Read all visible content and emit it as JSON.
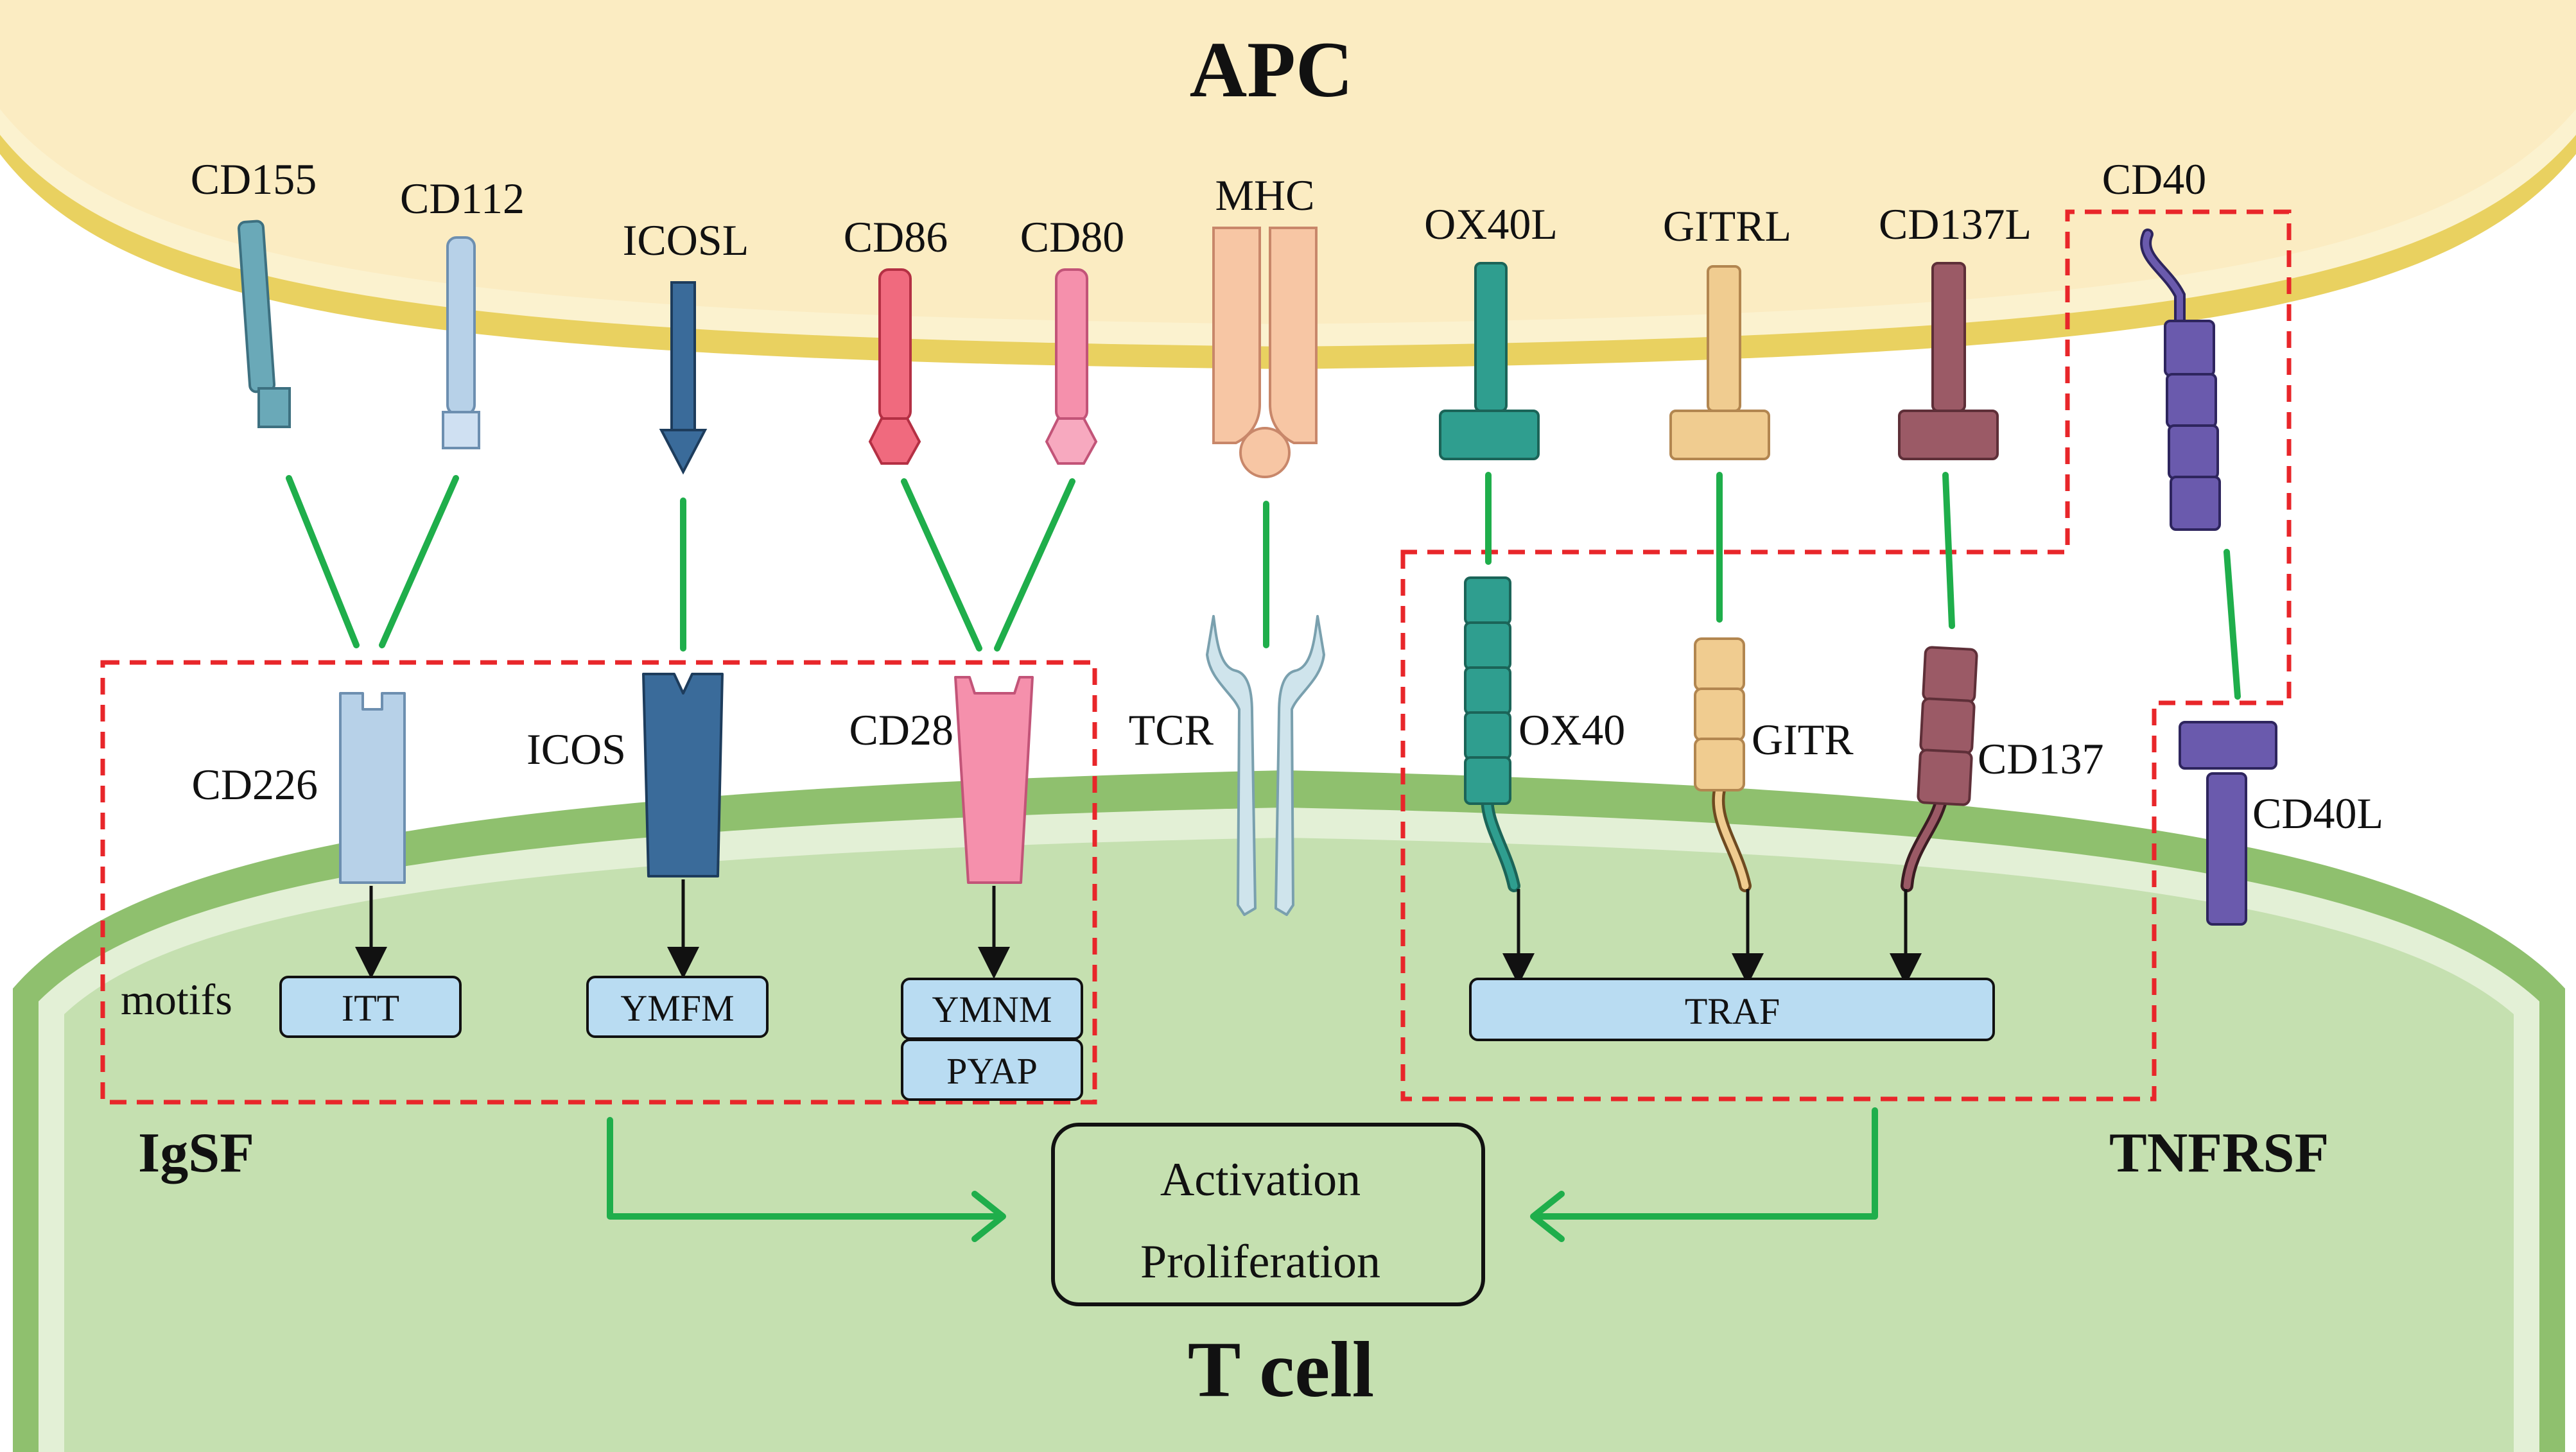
{
  "cells": {
    "apc": "APC",
    "tcell": "T cell"
  },
  "groups": {
    "igsf": "IgSF",
    "tnfrsf": "TNFRSF"
  },
  "ligands": [
    {
      "label": "CD155",
      "color": "#6aa9b8"
    },
    {
      "label": "CD112",
      "color": "#b7d1e8"
    },
    {
      "label": "ICOSL",
      "color": "#3a6b9a"
    },
    {
      "label": "CD86",
      "color": "#f06a7e"
    },
    {
      "label": "CD80",
      "color": "#f590ac"
    },
    {
      "label": "MHC",
      "color": "#f7c6a4"
    },
    {
      "label": "OX40L",
      "color": "#2f9e8f"
    },
    {
      "label": "GITRL",
      "color": "#f0cc90"
    },
    {
      "label": "CD137L",
      "color": "#9b5a66"
    },
    {
      "label": "CD40",
      "color": "#6a5aad"
    }
  ],
  "receptors": [
    {
      "label": "CD226",
      "color": "#b7d1e8"
    },
    {
      "label": "ICOS",
      "color": "#3a6b9a"
    },
    {
      "label": "CD28",
      "color": "#f590ac"
    },
    {
      "label": "TCR",
      "color": "#cfe4ec"
    },
    {
      "label": "OX40",
      "color": "#2f9e8f"
    },
    {
      "label": "GITR",
      "color": "#f0cc90"
    },
    {
      "label": "CD137",
      "color": "#9b5a66"
    },
    {
      "label": "CD40L",
      "color": "#6a5aad"
    }
  ],
  "motifs": {
    "label": "motifs",
    "itt": "ITT",
    "ymfm": "YMFM",
    "ymnm": "YMNM",
    "pyap": "PYAP",
    "traf": "TRAF"
  },
  "outcome": {
    "line1": "Activation",
    "line2": "Proliferation"
  },
  "colors": {
    "apc_fill": "#fbecc2",
    "apc_membrane": "#f5e28a",
    "tcell_fill": "#c5e0b0",
    "tcell_membrane": "#8fc06e",
    "connector": "#1fae4b",
    "group_border": "#e8262a",
    "motif_box": "#b9dcf2"
  }
}
